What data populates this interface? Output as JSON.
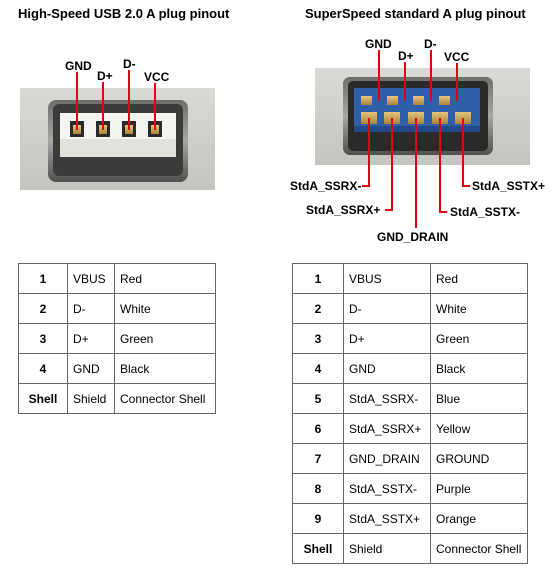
{
  "usb2": {
    "title": "High-Speed USB 2.0 A plug pinout",
    "pin_labels": {
      "gnd": "GND",
      "dplus": "D+",
      "dminus": "D-",
      "vcc": "VCC"
    },
    "table": [
      {
        "pin": "1",
        "signal": "VBUS",
        "color": "Red"
      },
      {
        "pin": "2",
        "signal": "D-",
        "color": "White"
      },
      {
        "pin": "3",
        "signal": "D+",
        "color": "Green"
      },
      {
        "pin": "4",
        "signal": "GND",
        "color": "Black"
      },
      {
        "pin": "Shell",
        "signal": "Shield",
        "color": "Connector Shell"
      }
    ]
  },
  "usb3": {
    "title": "SuperSpeed standard A plug pinout",
    "pin_labels": {
      "gnd": "GND",
      "dplus": "D+",
      "dminus": "D-",
      "vcc": "VCC",
      "ssrx_minus": "StdA_SSRX-",
      "ssrx_plus": "StdA_SSRX+",
      "gnd_drain": "GND_DRAIN",
      "sstx_minus": "StdA_SSTX-",
      "sstx_plus": "StdA_SSTX+"
    },
    "table": [
      {
        "pin": "1",
        "signal": "VBUS",
        "color": "Red"
      },
      {
        "pin": "2",
        "signal": "D-",
        "color": "White"
      },
      {
        "pin": "3",
        "signal": "D+",
        "color": "Green"
      },
      {
        "pin": "4",
        "signal": "GND",
        "color": "Black"
      },
      {
        "pin": "5",
        "signal": "StdA_SSRX-",
        "color": "Blue"
      },
      {
        "pin": "6",
        "signal": "StdA_SSRX+",
        "color": "Yellow"
      },
      {
        "pin": "7",
        "signal": "GND_DRAIN",
        "color": "GROUND"
      },
      {
        "pin": "8",
        "signal": "StdA_SSTX-",
        "color": "Purple"
      },
      {
        "pin": "9",
        "signal": "StdA_SSTX+",
        "color": "Orange"
      },
      {
        "pin": "Shell",
        "signal": "Shield",
        "color": "Connector Shell"
      }
    ]
  },
  "colors": {
    "leader_line": "#e0000f",
    "usb3_insert": "#2f5fa8",
    "contact_gold": "#c8a050"
  }
}
